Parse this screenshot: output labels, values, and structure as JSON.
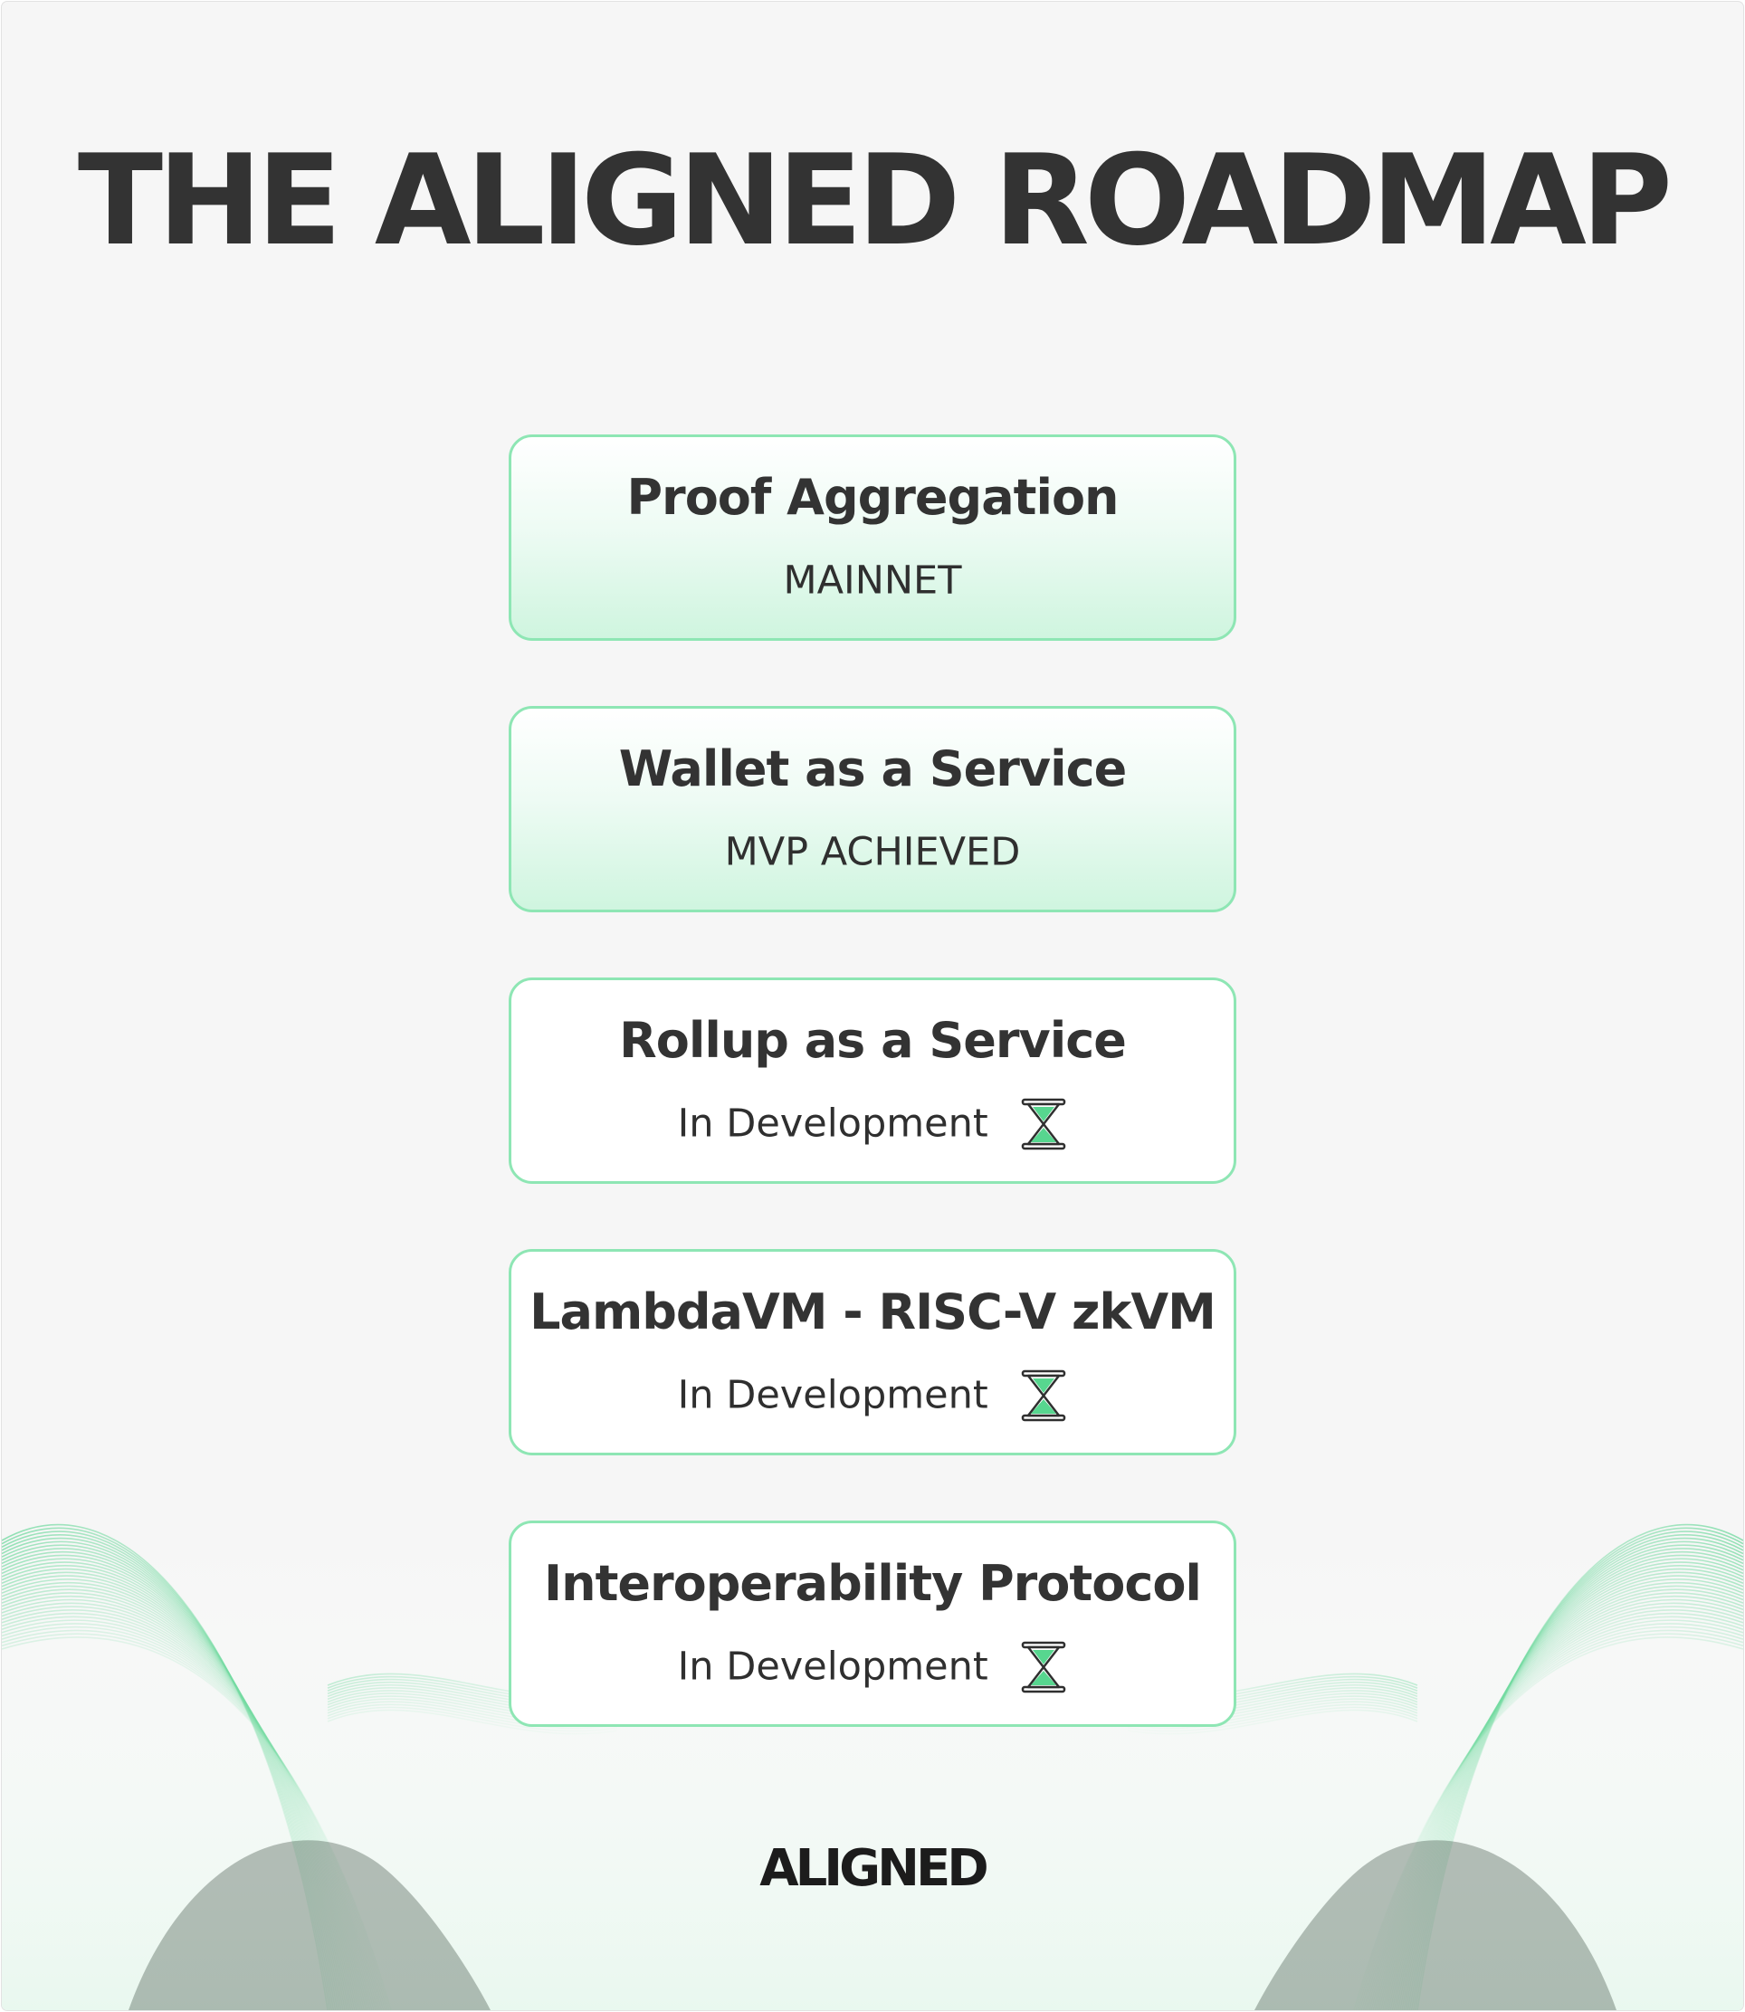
{
  "title": "THE ALIGNED ROADMAP",
  "brand_color": "#8ee6b4",
  "items": [
    {
      "title": "Proof Aggregation",
      "status": "MAINNET",
      "state": "complete"
    },
    {
      "title": "Wallet as a Service",
      "status": "MVP ACHIEVED",
      "state": "complete"
    },
    {
      "title": "Rollup as a Service",
      "status": "In Development",
      "state": "in-progress",
      "icon": "hourglass-icon"
    },
    {
      "title": "LambdaVM - RISC-V zkVM",
      "status": "In Development",
      "state": "in-progress",
      "icon": "hourglass-icon"
    },
    {
      "title": "Interoperability Protocol",
      "status": "In Development",
      "state": "in-progress",
      "icon": "hourglass-icon"
    }
  ],
  "logo": "ALIGNED"
}
